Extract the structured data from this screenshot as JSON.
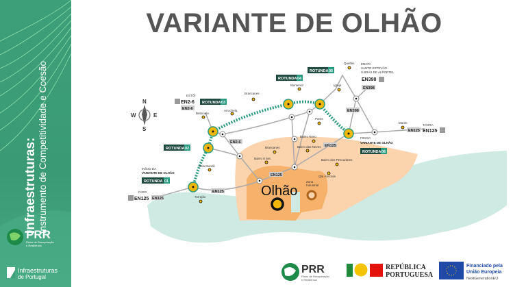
{
  "sidebar": {
    "title": "Infraestruturas:",
    "subtitle": "Instrumento de Competitividade e Coesão",
    "prr_logo": "PRR",
    "prr_tagline_1": "Plano de Recuperação",
    "prr_tagline_2": "e Resiliência",
    "ip_logo_1": "Infraestruturas",
    "ip_logo_2": "de Portugal"
  },
  "title": "VARIANTE DE OLHÃO",
  "map": {
    "compass": {
      "n": "N",
      "s": "S",
      "e": "E",
      "w": "W"
    },
    "roundabouts": [
      "ROTUNDA",
      "01",
      "02",
      "03",
      "04",
      "05",
      "06"
    ],
    "labels": {
      "estoi": "ESTÓI",
      "en2_6": "EN2-6",
      "faro": "FARO",
      "en125": "EN125",
      "en398": "EN398",
      "tavira": "TAVIRA",
      "en270": "EN270",
      "santo_estevao": "SANTO ESTEVÃO",
      "sao_bras": "S.BRÁS DE ALPORTEL",
      "inicio": "INÍCIO DA",
      "fim": "FIM DA",
      "variante": "VARIANTE DE OLHÃO"
    },
    "places": {
      "belmonte": "Belmonte",
      "arroteia": "Arrochela",
      "brancanes_n": "Brancanes",
      "montenor": "Montenor",
      "quelfes": "Quelfes",
      "igreja": "Igreja",
      "pares": "Pares",
      "marim": "Marim",
      "bela_mandil": "Bela Mandil",
      "torrejao": "Torrejão",
      "brancanes": "Brancanes",
      "bairro_8_set": "Bairro 8 Set.",
      "bairro_novo": "Bairro Novo",
      "bairro_neves": "Bairro das Neves",
      "bairro_pescadores": "Bairro dos Pescadores",
      "qta_ancoras": "Qta Âncoras",
      "zona_industrial_1": "Zona",
      "zona_industrial_2": "Industrial",
      "olhao": "Olhão"
    }
  },
  "footer": {
    "prr": "PRR",
    "prr_tag_1": "Plano de Recuperação",
    "prr_tag_2": "e Resiliência",
    "rp_1": "REPÚBLICA",
    "rp_2": "PORTUGUESA",
    "eu_1": "Financiado pela",
    "eu_2": "União Europeia",
    "eu_3": "NextGenerationEU"
  },
  "colors": {
    "green": "#3d9f7a",
    "teal": "#2a9a80",
    "dark": "#1f4a40",
    "yellow": "#f2b705",
    "orange_light": "#fbd3ad",
    "orange": "#f6b26b",
    "sea": "#cfeae3"
  }
}
